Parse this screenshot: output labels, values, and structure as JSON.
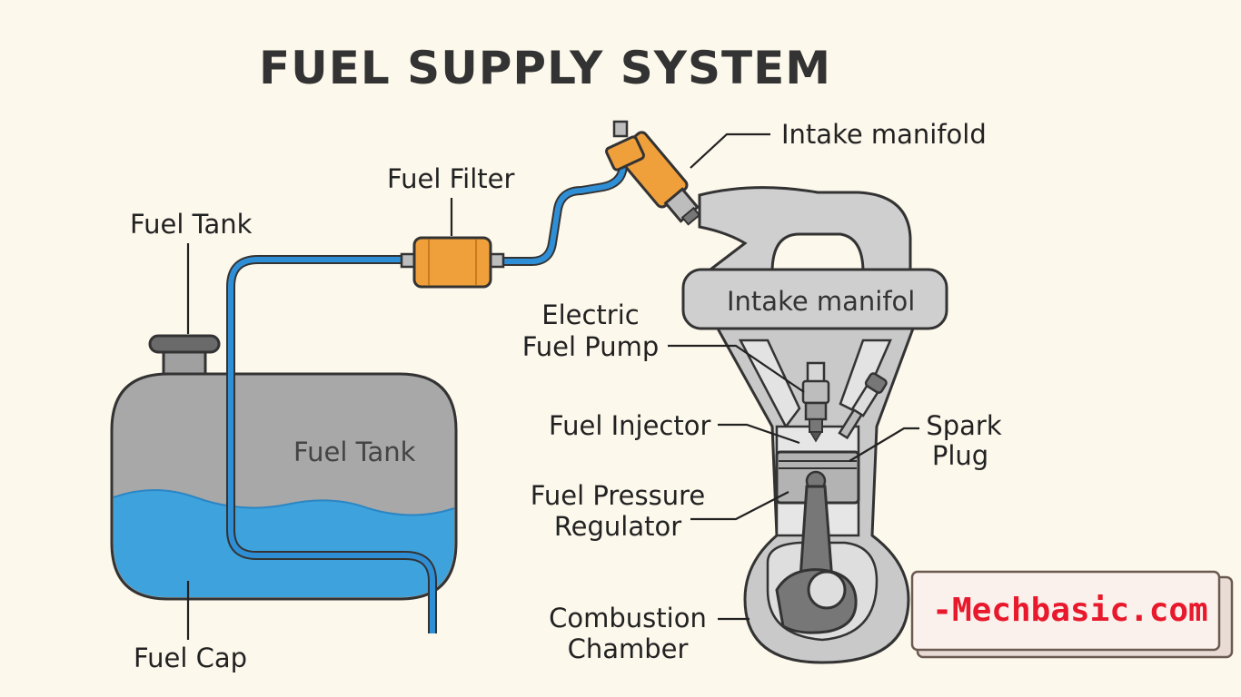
{
  "title": "FUEL SUPPLY SYSTEM",
  "labels": {
    "fuel_tank_top": "Fuel Tank",
    "fuel_tank_inside": "Fuel Tank",
    "fuel_cap": "Fuel Cap",
    "fuel_filter": "Fuel Filter",
    "intake_manifold_top": "Intake manifold",
    "intake_manifold_box": "Intake manifol",
    "electric_fuel_pump_line1": "Electric",
    "electric_fuel_pump_line2": "Fuel Pump",
    "fuel_injector": "Fuel Injector",
    "spark_plug_line1": "Spark",
    "spark_plug_line2": "Plug",
    "fuel_pressure_regulator_line1": "Fuel Pressure",
    "fuel_pressure_regulator_line2": "Regulator",
    "combustion_chamber_line1": "Combustion",
    "combustion_chamber_line2": "Chamber"
  },
  "watermark": "-Mechbasic.com",
  "colors": {
    "background": "#fdf8ec",
    "fuel_line": "#2f8fd6",
    "fuel": "#3ea2dc",
    "tank_body": "#a9a9a9",
    "filter": "#f0a03a",
    "engine": "#c9c9c9",
    "watermark": "#e8192c"
  }
}
